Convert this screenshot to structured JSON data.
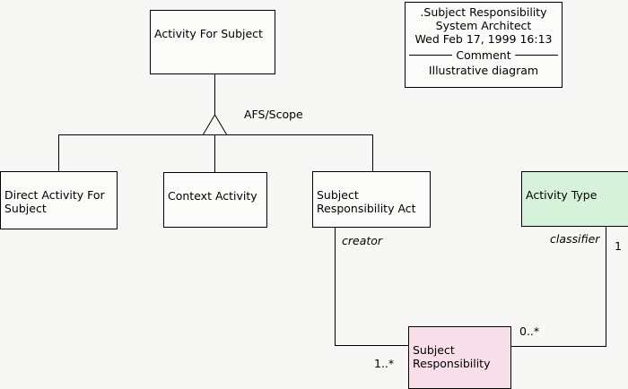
{
  "diagram": {
    "type": "uml-class-diagram",
    "background_color": "#f7f7f5",
    "line_color": "#000000"
  },
  "note": {
    "title": ".Subject Responsibility",
    "author": "System Architect",
    "timestamp": "Wed Feb 17, 1999  16:13",
    "section_label": "Comment",
    "body": "Illustrative diagram"
  },
  "classes": [
    {
      "id": "activity-for-subject",
      "name": "Activity For Subject",
      "fill": "#fbfbfa"
    },
    {
      "id": "direct-activity-for-subject",
      "name": "Direct Activity For\nSubject",
      "fill": "#fbfbfa"
    },
    {
      "id": "context-activity",
      "name": "Context Activity",
      "fill": "#fbfbfa"
    },
    {
      "id": "subject-responsibility-act",
      "name": "Subject\nResponsibility Act",
      "fill": "#fbfbfa"
    },
    {
      "id": "activity-type",
      "name": "Activity Type",
      "fill": "#d6f2da"
    },
    {
      "id": "subject-responsibility",
      "name": "Subject\nResponsibility",
      "fill": "#f8dfe9"
    }
  ],
  "generalization": {
    "label": "AFS/Scope",
    "parent": "Activity For Subject",
    "children": [
      "Direct Activity For Subject",
      "Context Activity",
      "Subject Responsibility Act"
    ]
  },
  "associations": [
    {
      "id": "creator-assoc",
      "role_label": "creator",
      "from": "Subject Responsibility Act",
      "to": "Subject Responsibility",
      "multiplicity_near": "",
      "multiplicity_far": "1..*"
    },
    {
      "id": "classifier-assoc",
      "role_label": "classifier",
      "from": "Activity Type",
      "to": "Subject Responsibility",
      "multiplicity_near": "1",
      "multiplicity_far": "0..*"
    }
  ]
}
